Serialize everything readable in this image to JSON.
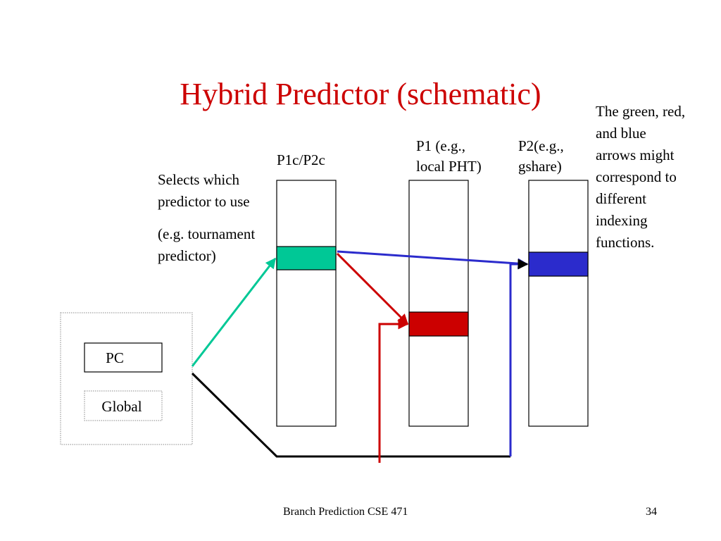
{
  "slide": {
    "title": "Hybrid Predictor (schematic)",
    "title_color": "#cc0000",
    "labels": {
      "chooser": "P1c/P2c",
      "p1_line1": "P1 (e.g.,",
      "p1_line2": "local PHT)",
      "p2_line1": "P2(e.g.,",
      "p2_line2": "gshare)"
    },
    "description": {
      "line1": "Selects which",
      "line2": "predictor to use",
      "line3": "(e.g. tournament",
      "line4": "predictor)"
    },
    "side_note": "The green, red, and blue arrows might correspond to different indexing functions.",
    "inputs": {
      "pc": "PC",
      "global": "Global"
    },
    "footer": {
      "text": "Branch Prediction CSE 471",
      "page_number": "34"
    },
    "colors": {
      "green": "#00c896",
      "red": "#cc0000",
      "blue": "#2b2bcc",
      "black": "#000000",
      "chooser_entry": "#00c896",
      "p1_entry": "#cc0000",
      "p2_entry": "#2b2bcc"
    }
  }
}
